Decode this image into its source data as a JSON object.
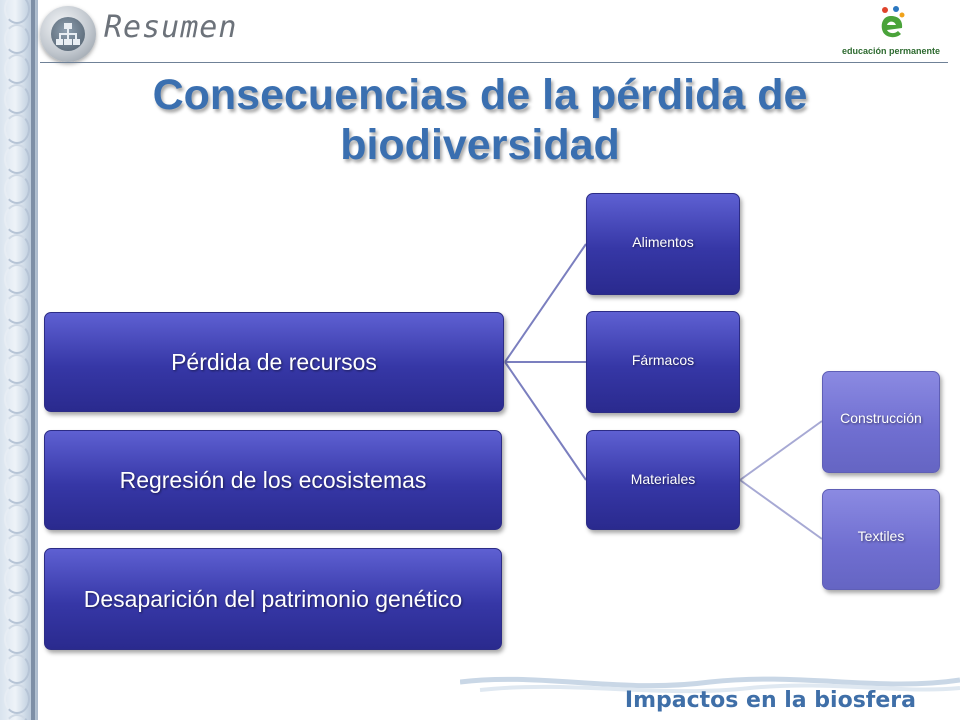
{
  "header": {
    "section_title": "Resumen",
    "brand_text": "educación permanente"
  },
  "title": "Consecuencias de la pérdida de biodiversidad",
  "diagram": {
    "main": [
      "Pérdida de recursos",
      "Regresión de los ecosistemas",
      "Desaparición del patrimonio genético"
    ],
    "recursos": [
      "Alimentos",
      "Fármacos",
      "Materiales"
    ],
    "materiales": [
      "Construcción",
      "Textiles"
    ]
  },
  "footer": {
    "text": "Impactos en la biosfera"
  },
  "colors": {
    "box_dark": "#3637a6",
    "box_light": "#6f6ed0",
    "title": "#3a6fb0",
    "connector": "#7b7fbf"
  }
}
